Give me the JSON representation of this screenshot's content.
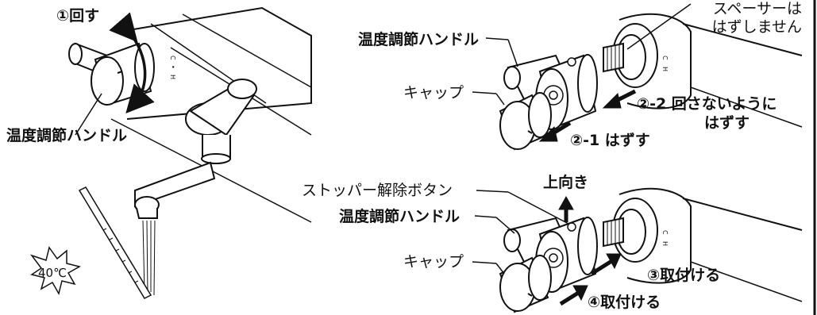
{
  "left": {
    "rotate_step": "①回す",
    "handle_label": "温度調節ハンドル",
    "temp_label": "40℃"
  },
  "top_right": {
    "spacer_note_line1": "スペーサーは",
    "spacer_note_line2": "はずしません",
    "handle_label": "温度調節ハンドル",
    "cap_label": "キャップ",
    "step_2_2_line1": "②-2 回さないように",
    "step_2_2_line2": "はずす",
    "step_2_1": "②-1 はずす"
  },
  "bottom_right": {
    "stopper_label": "ストッパー解除ボタン",
    "upward_label": "上向き",
    "handle_label": "温度調節ハンドル",
    "cap_label": "キャップ",
    "step_3": "③取付ける",
    "step_4": "④取付ける"
  }
}
